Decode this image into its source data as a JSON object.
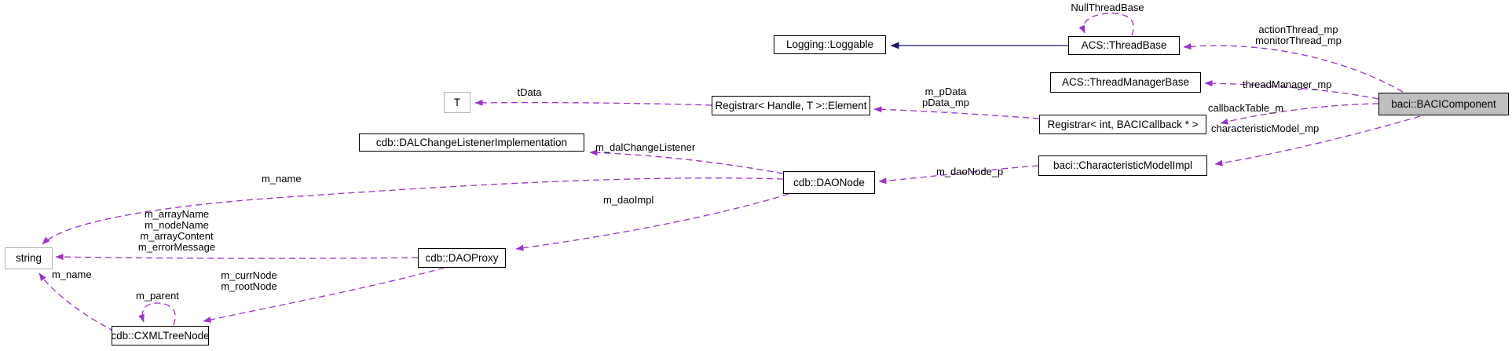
{
  "nodes": {
    "loggable": "Logging::Loggable",
    "threadbase": "ACS::ThreadBase",
    "threadmanagerbase": "ACS::ThreadManagerBase",
    "registrar_int": "Registrar< int, BACICallback * >",
    "bacicomponent": "baci::BACIComponent",
    "registrar_element": "Registrar< Handle, T >::Element",
    "t": "T",
    "dalchange": "cdb::DALChangeListenerImplementation",
    "daonode": "cdb::DAONode",
    "charmodel": "baci::CharacteristicModelImpl",
    "daoproxy": "cdb::DAOProxy",
    "string": "string",
    "cxmltreenode": "cdb::CXMLTreeNode"
  },
  "edges": [
    {
      "from": "ACS::ThreadBase",
      "to": "Logging::Loggable",
      "type": "inheritance",
      "label": ""
    },
    {
      "from": "ACS::ThreadBase",
      "to": "ACS::ThreadBase",
      "type": "usage",
      "label": "NullThreadBase"
    },
    {
      "from": "baci::BACIComponent",
      "to": "ACS::ThreadBase",
      "type": "usage",
      "label": "actionThread_mp\nmonitorThread_mp"
    },
    {
      "from": "baci::BACIComponent",
      "to": "ACS::ThreadManagerBase",
      "type": "usage",
      "label": "threadManager_mp"
    },
    {
      "from": "baci::BACIComponent",
      "to": "Registrar< int, BACICallback * >",
      "type": "usage",
      "label": "callbackTable_m"
    },
    {
      "from": "baci::BACIComponent",
      "to": "baci::CharacteristicModelImpl",
      "type": "usage",
      "label": "characteristicModel_mp"
    },
    {
      "from": "Registrar< int, BACICallback * >",
      "to": "Registrar< Handle, T >::Element",
      "type": "usage",
      "label": "m_pData\npData_mp"
    },
    {
      "from": "Registrar< Handle, T >::Element",
      "to": "T",
      "type": "usage",
      "label": "tData"
    },
    {
      "from": "cdb::DAONode",
      "to": "cdb::DALChangeListenerImplementation",
      "type": "usage",
      "label": "m_dalChangeListener"
    },
    {
      "from": "baci::CharacteristicModelImpl",
      "to": "cdb::DAONode",
      "type": "usage",
      "label": "m_daoNode_p"
    },
    {
      "from": "cdb::DAONode",
      "to": "string",
      "type": "usage",
      "label": "m_name"
    },
    {
      "from": "cdb::DAONode",
      "to": "cdb::DAOProxy",
      "type": "usage",
      "label": "m_daoImpl"
    },
    {
      "from": "cdb::DAOProxy",
      "to": "string",
      "type": "usage",
      "label": "m_arrayName\nm_nodeName\nm_arrayContent\nm_errorMessage"
    },
    {
      "from": "cdb::DAOProxy",
      "to": "cdb::CXMLTreeNode",
      "type": "usage",
      "label": "m_currNode\nm_rootNode"
    },
    {
      "from": "cdb::CXMLTreeNode",
      "to": "string",
      "type": "usage",
      "label": "m_name"
    },
    {
      "from": "cdb::CXMLTreeNode",
      "to": "cdb::CXMLTreeNode",
      "type": "usage",
      "label": "m_parent"
    }
  ],
  "colors": {
    "usage_edge": "#9a32cd",
    "inheritance_edge": "#191970",
    "node_fill": "#ffffff",
    "node_border": "#000000",
    "template_border": "#b4b4b4",
    "highlight_fill": "#bfbfbf"
  }
}
